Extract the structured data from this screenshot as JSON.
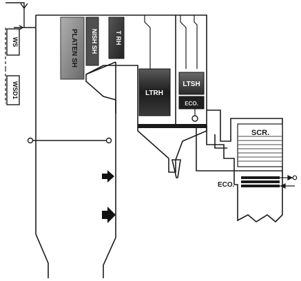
{
  "diagram": {
    "labels": {
      "ws": "WS",
      "wsd1": "WSD1",
      "platen_sh": "PLATEN SH",
      "finish_sh": "NISH SH",
      "final_rh": "T RH",
      "ltrh": "LTRH",
      "ltsh": "LTSH",
      "eco_upper": "ECO.",
      "scr": "SCR.",
      "eco_lower": "ECO."
    },
    "colors": {
      "line": "#1a1a1a",
      "platen": "#8a8a8a",
      "finish": "#555555",
      "final_rh": "#3a3a3a",
      "ltrh": "#2e2e2e",
      "ltsh": "#4a4a4a",
      "eco_block": "#202020",
      "burner": "#111111"
    }
  }
}
